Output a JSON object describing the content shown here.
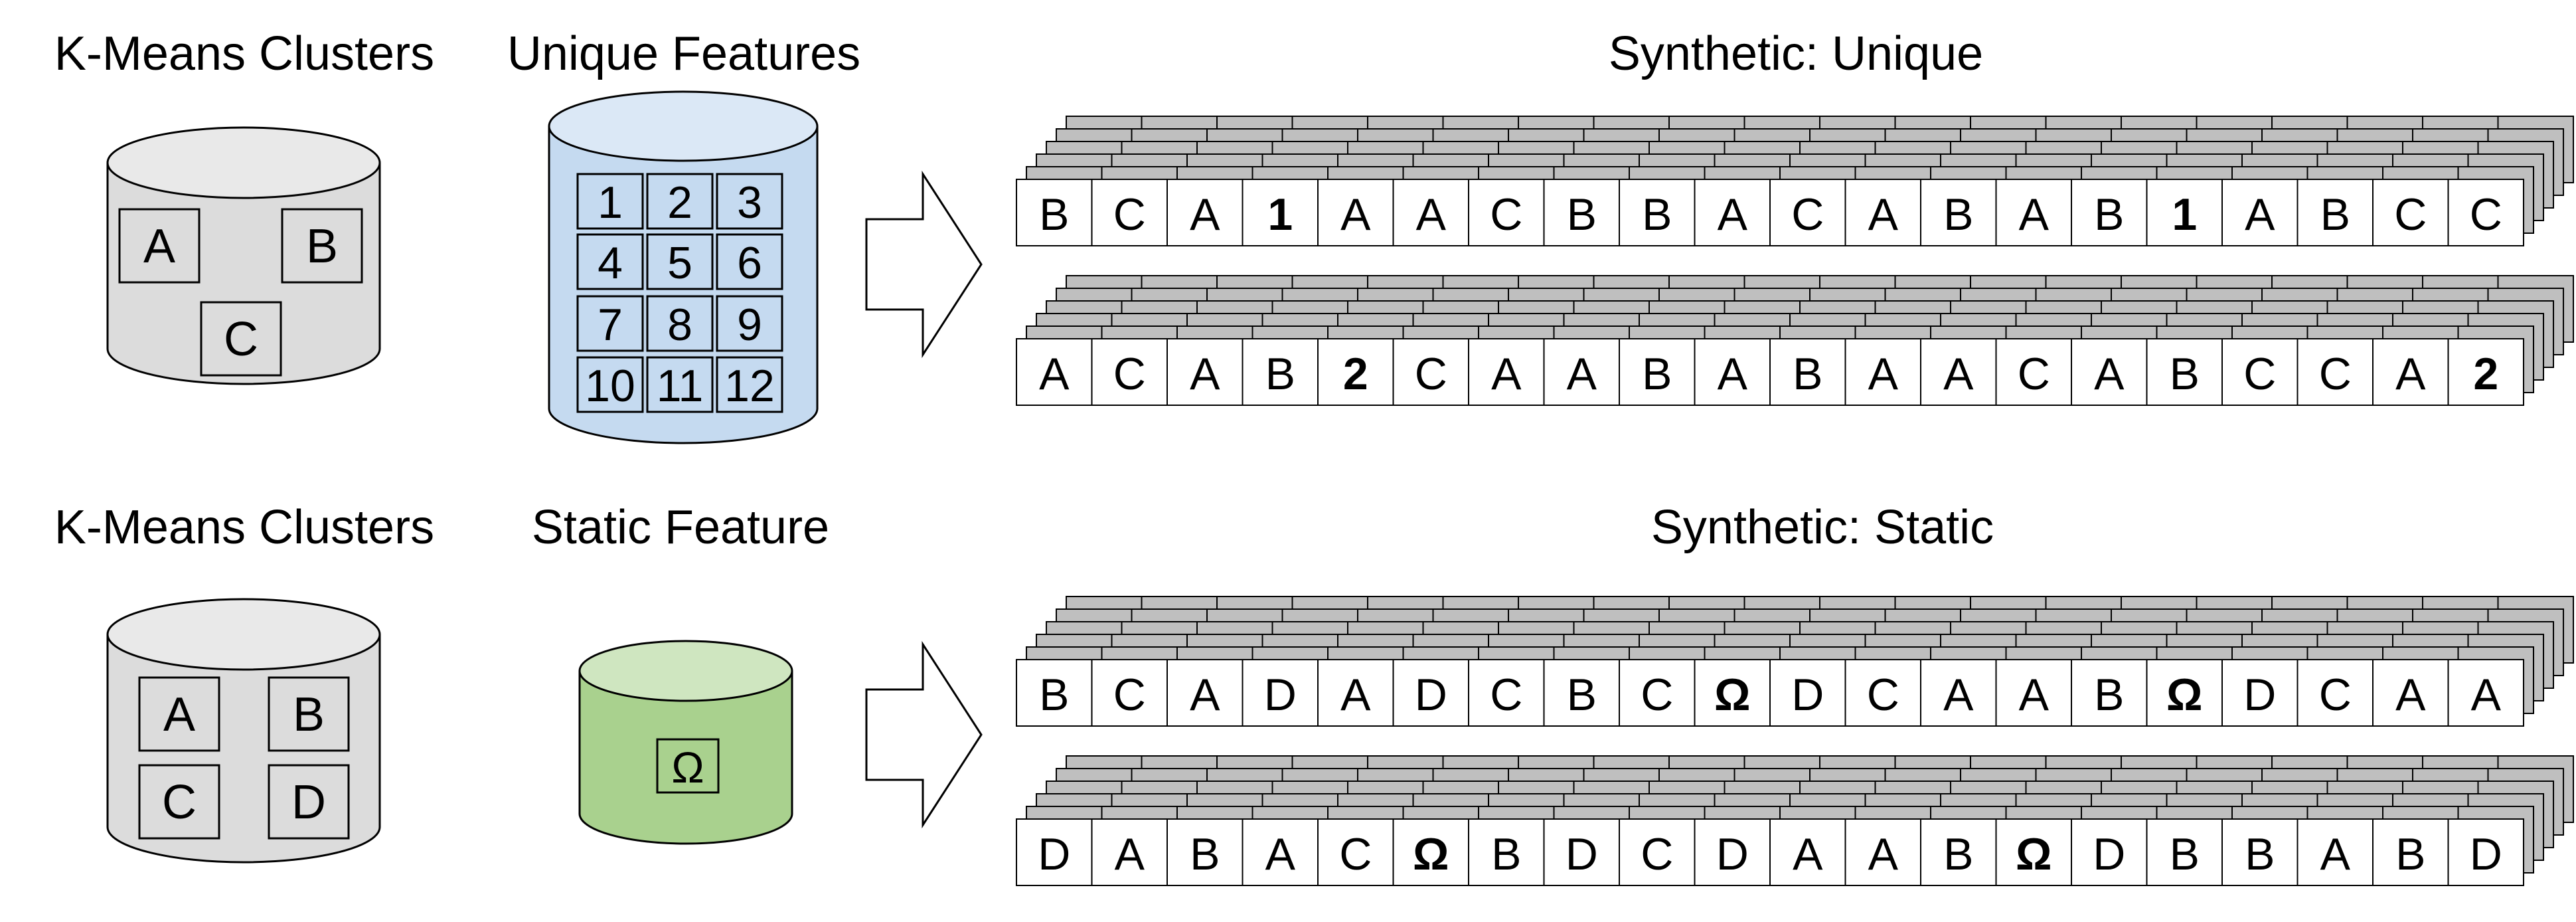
{
  "top": {
    "clusters_title": "K-Means Clusters",
    "features_title": "Unique Features",
    "synthetic_title": "Synthetic: Unique",
    "cluster_labels": [
      "A",
      "B",
      "C"
    ],
    "feature_labels": [
      "1",
      "2",
      "3",
      "4",
      "5",
      "6",
      "7",
      "8",
      "9",
      "10",
      "11",
      "12"
    ],
    "sequences": [
      [
        "B",
        "C",
        "A",
        "1",
        "A",
        "A",
        "C",
        "B",
        "B",
        "A",
        "C",
        "A",
        "B",
        "A",
        "B",
        "1",
        "A",
        "B",
        "C",
        "C"
      ],
      [
        "A",
        "C",
        "A",
        "B",
        "2",
        "C",
        "A",
        "A",
        "B",
        "A",
        "B",
        "A",
        "A",
        "C",
        "A",
        "B",
        "C",
        "C",
        "A",
        "2"
      ]
    ],
    "feature_colors": {
      "fill": "#c5daf0",
      "top": "#dbe8f6"
    }
  },
  "bottom": {
    "clusters_title": "K-Means Clusters",
    "features_title": "Static Feature",
    "synthetic_title": "Synthetic: Static",
    "cluster_labels": [
      "A",
      "B",
      "C",
      "D"
    ],
    "feature_labels": [
      "Ω"
    ],
    "sequences": [
      [
        "B",
        "C",
        "A",
        "D",
        "A",
        "D",
        "C",
        "B",
        "C",
        "Ω",
        "D",
        "C",
        "A",
        "A",
        "B",
        "Ω",
        "D",
        "C",
        "A",
        "A"
      ],
      [
        "D",
        "A",
        "B",
        "A",
        "C",
        "Ω",
        "B",
        "D",
        "C",
        "D",
        "A",
        "A",
        "B",
        "Ω",
        "D",
        "B",
        "B",
        "A",
        "B",
        "D"
      ]
    ],
    "feature_colors": {
      "fill": "#a9d18e",
      "top": "#cfe6c0"
    }
  },
  "colors": {
    "cluster_fill": "#dcdcdc",
    "cluster_top": "#e9e9e9",
    "back_card": "#bfbfbf"
  }
}
